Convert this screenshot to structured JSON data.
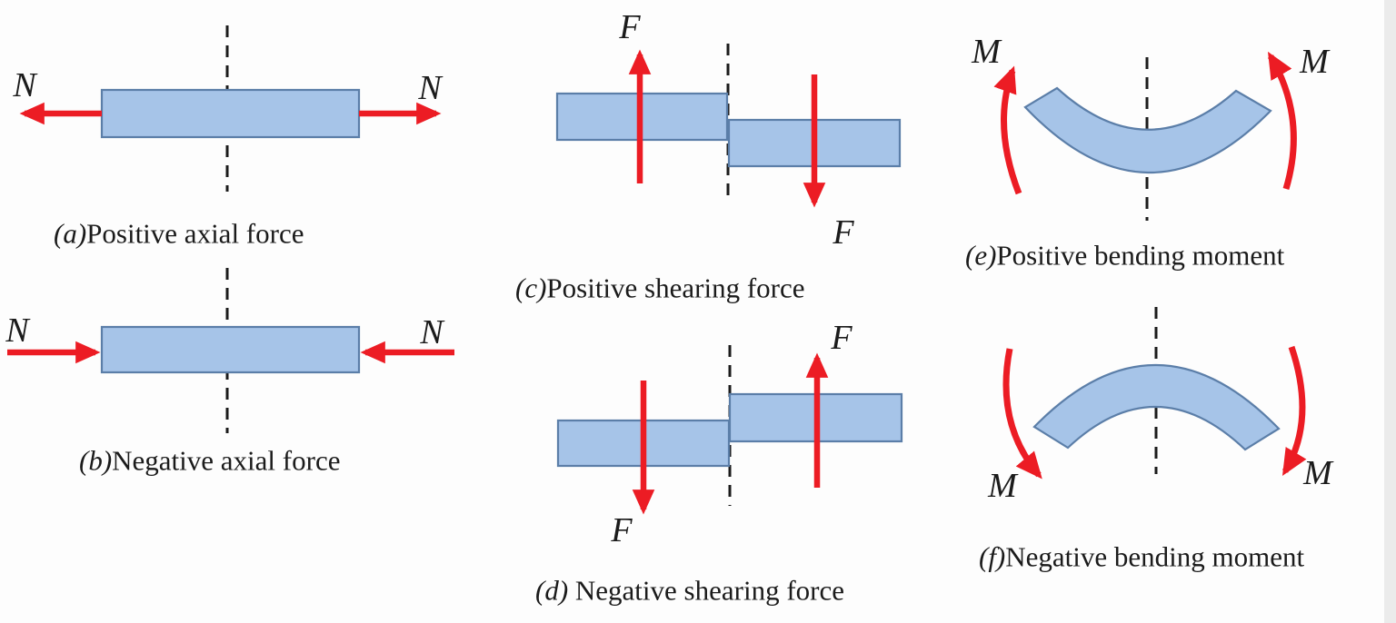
{
  "colors": {
    "background": "#fdfdfd",
    "side_strip": "#ebebeb",
    "beam_fill": "#a6c4e8",
    "beam_stroke": "#5b7ea8",
    "arrow_red": "#ec1c24",
    "ink": "#1b1b1b"
  },
  "panels": [
    {
      "id": "a",
      "label": "(a)",
      "caption": "Positive axial force",
      "symbol": "N"
    },
    {
      "id": "b",
      "label": "(b)",
      "caption": "Negative axial force",
      "symbol": "N"
    },
    {
      "id": "c",
      "label": "(c)",
      "caption": "Positive shearing force",
      "symbol": "F"
    },
    {
      "id": "d",
      "label": "(d)",
      "caption": " Negative shearing force",
      "symbol": "F"
    },
    {
      "id": "e",
      "label": "(e)",
      "caption": "Positive bending moment",
      "symbol": "M"
    },
    {
      "id": "f",
      "label": "(f)",
      "caption": "Negative bending moment",
      "symbol": "M"
    }
  ]
}
